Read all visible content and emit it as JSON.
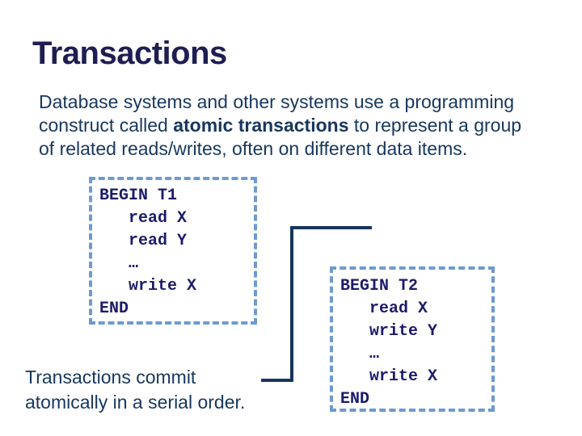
{
  "slide": {
    "title": "Transactions",
    "paragraph": {
      "line1": "Database systems and other systems use a programming",
      "line2_pre": "construct called ",
      "line2_bold": "atomic transactions",
      "line2_post": " to represent a group",
      "line3": "of related reads/writes, often on different data items."
    },
    "code_box_t1": {
      "lines": [
        "BEGIN T1",
        "   read X",
        "   read Y",
        "   …",
        "   write X",
        "END"
      ]
    },
    "code_box_t2": {
      "lines": [
        "BEGIN T2",
        "   read X",
        "   write Y",
        "   …",
        "   write X",
        "END"
      ]
    },
    "footer_note": {
      "line1": "Transactions commit",
      "line2": "atomically in a serial order."
    },
    "colors": {
      "background": "#ffffff",
      "title_text": "#1e1e52",
      "body_text": "#17375e",
      "code_text": "#1b1b6b",
      "box_border": "#6d9ad1",
      "connector_line": "#17365d"
    }
  }
}
